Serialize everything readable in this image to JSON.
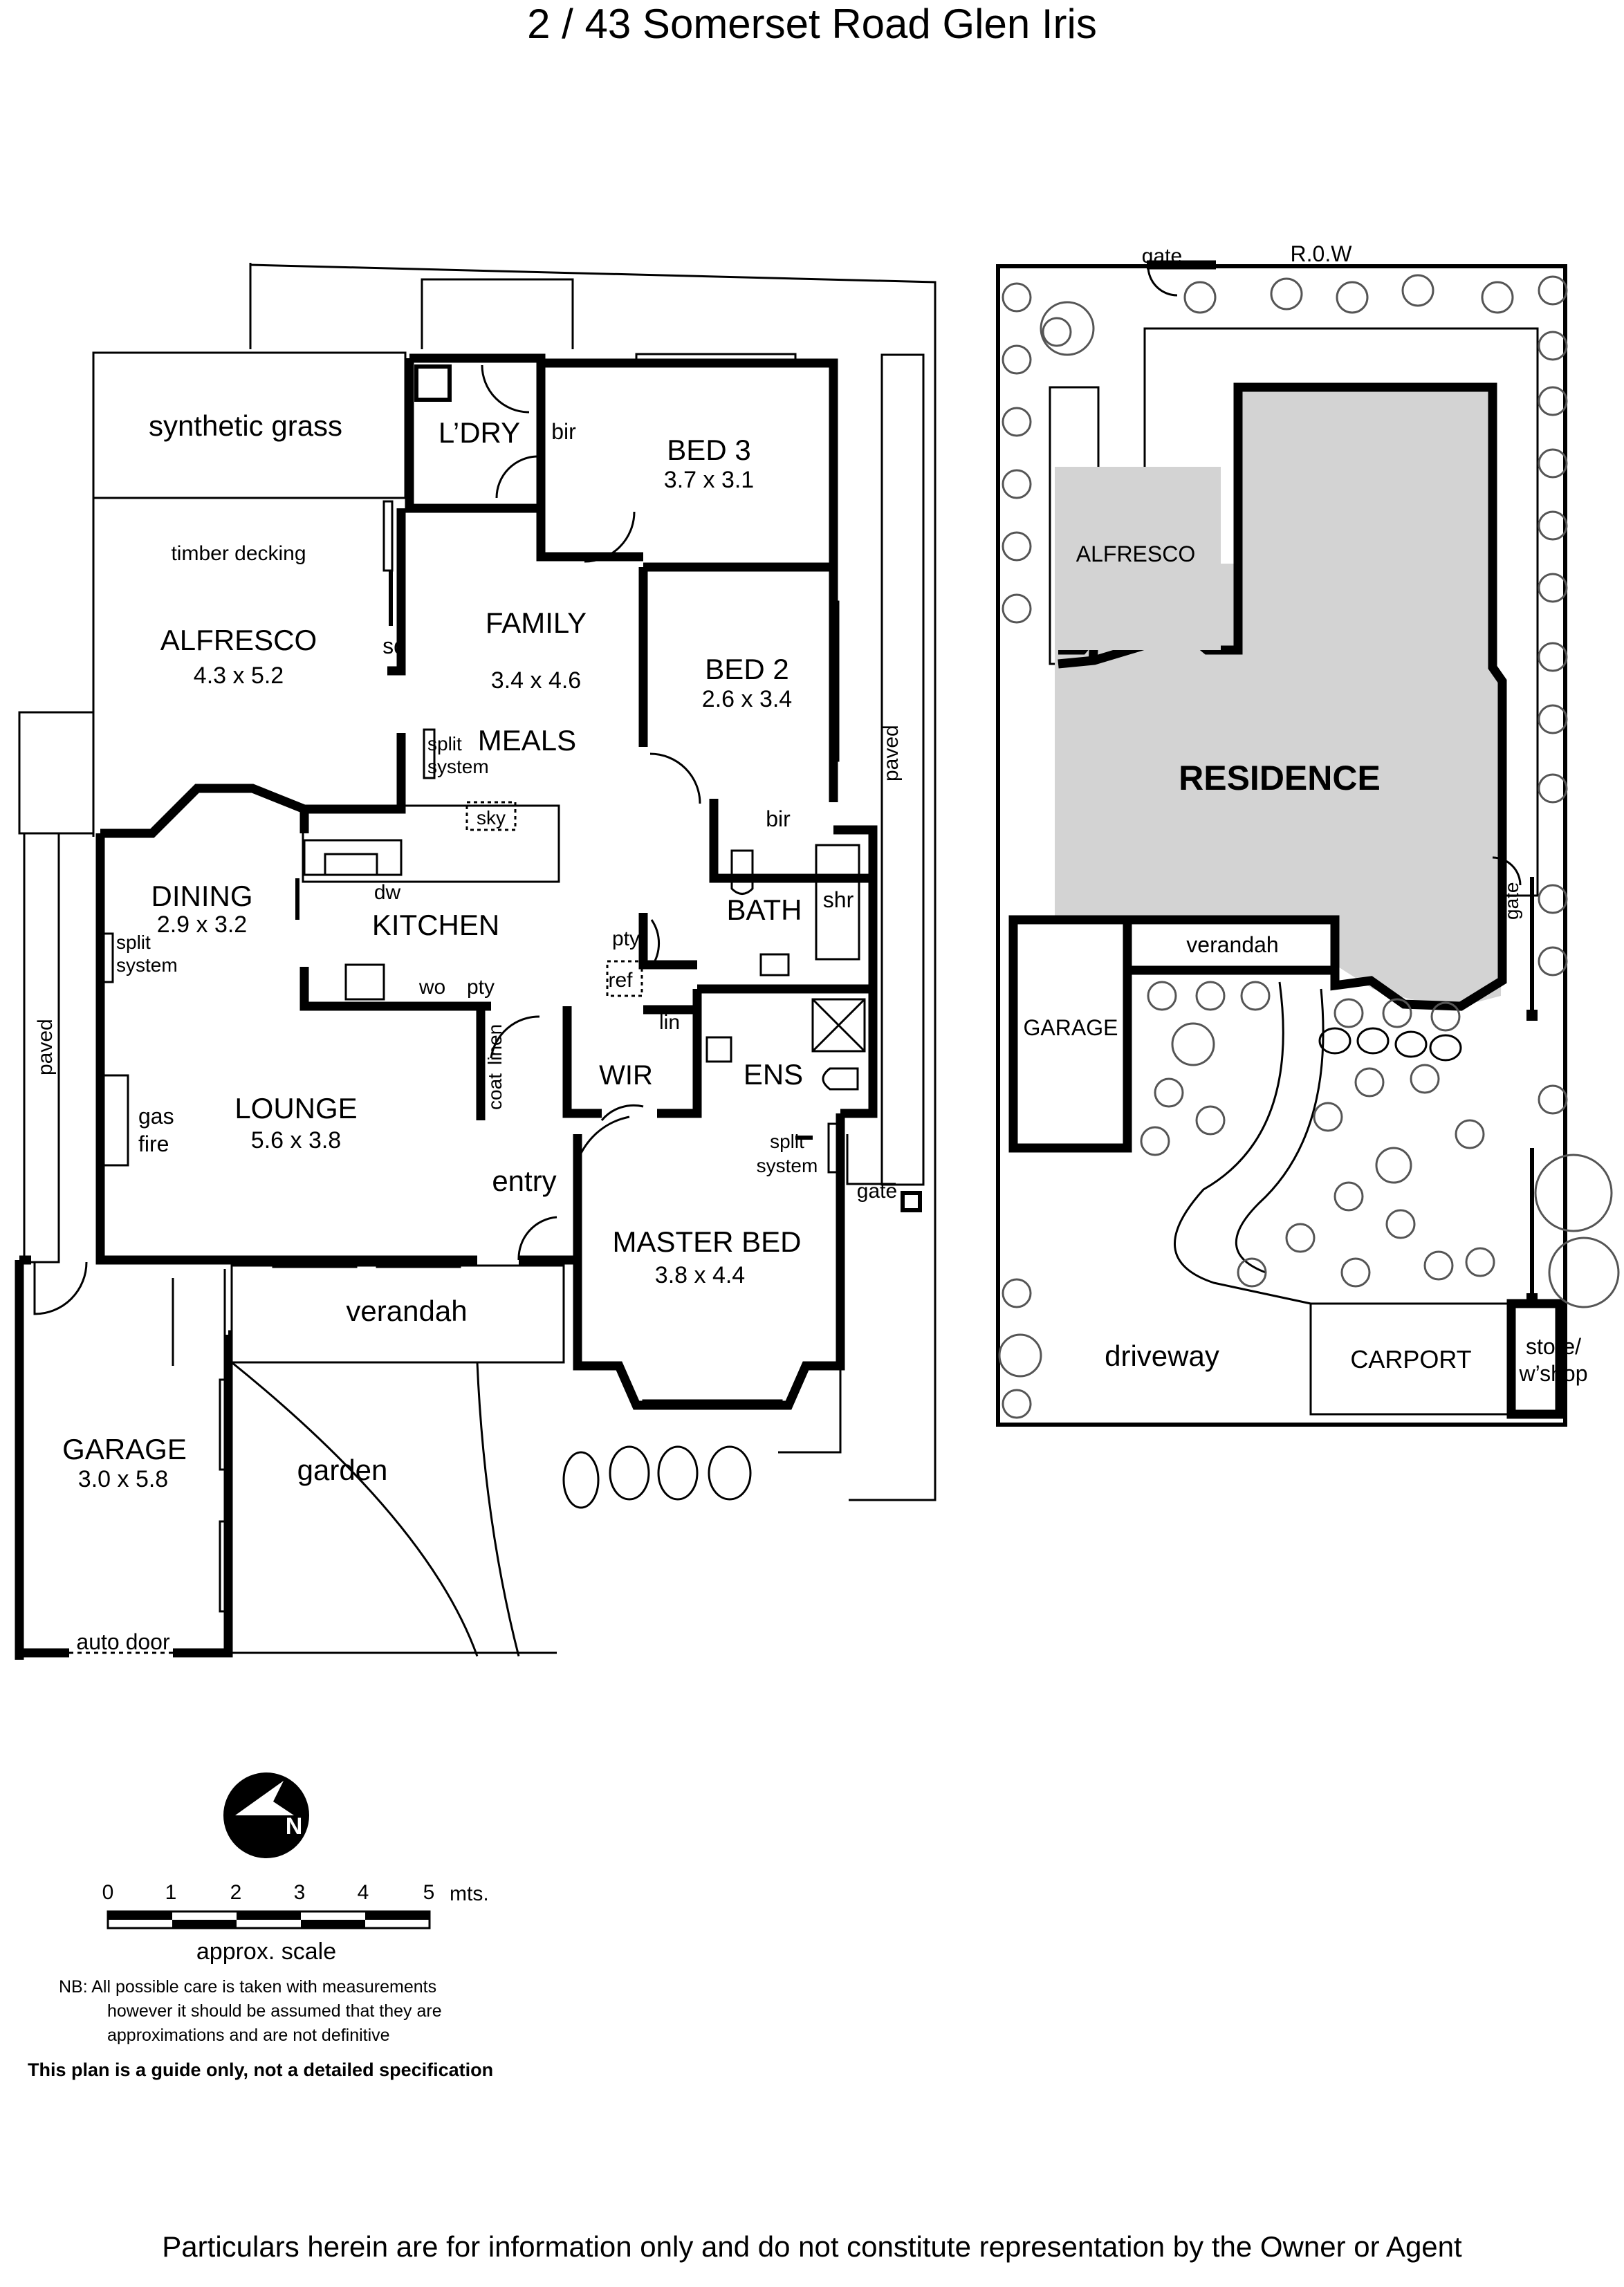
{
  "title": "2 / 43 Somerset Road Glen Iris",
  "footer": "Particulars herein are for information only and do not constitute representation by the Owner or Agent",
  "floor_plan": {
    "synthetic_grass": "synthetic grass",
    "timber_decking": "timber decking",
    "alfresco": {
      "name": "ALFRESCO",
      "size": "4.3 x 5.2"
    },
    "laundry": "L’DRY",
    "bir": "bir",
    "bed3": {
      "name": "BED 3",
      "size": "3.7 x 3.1"
    },
    "family": {
      "name": "FAMILY",
      "size": "3.4 x 4.6"
    },
    "sd": "sd",
    "meals": "MEALS",
    "split": "split",
    "system": "system",
    "bed2": {
      "name": "BED 2",
      "size": "2.6 x 3.4"
    },
    "bir2": "bir",
    "sky": "sky",
    "dw": "dw",
    "kitchen": "KITCHEN",
    "dining": {
      "name": "DINING",
      "size": "2.9 x 3.2"
    },
    "pty": "pty",
    "ref": "ref",
    "wo": "wo",
    "pty2": "pty",
    "bath": "BATH",
    "shr": "shr",
    "lin": "lin",
    "coat": "coat",
    "linen": "linen",
    "wir": "WIR",
    "ens": "ENS",
    "paved": "paved",
    "gas": "gas",
    "fire": "fire",
    "lounge": {
      "name": "LOUNGE",
      "size": "5.6 x 3.8"
    },
    "entry": "entry",
    "gate": "gate",
    "master": {
      "name": "MASTER BED",
      "size": "3.8 x 4.4"
    },
    "verandah": "verandah",
    "garage": {
      "name": "GARAGE",
      "size": "3.0 x 5.8"
    },
    "garden": "garden",
    "auto_door": "auto door"
  },
  "site_plan": {
    "gate_top": "gate",
    "row": "R.0.W",
    "alfresco": "ALFRESCO",
    "residence": "RESIDENCE",
    "gate_right": "gate",
    "verandah": "verandah",
    "garage": "GARAGE",
    "driveway": "driveway",
    "carport": "CARPORT",
    "store": "store/",
    "workshop": "w’shop"
  },
  "compass": {
    "letter": "N"
  },
  "scale": {
    "ticks": [
      "0",
      "1",
      "2",
      "3",
      "4",
      "5"
    ],
    "unit": "mts.",
    "caption": "approx. scale"
  },
  "notes": {
    "line1": "NB:  All possible care is taken with measurements",
    "line2": "however it should be assumed that they are",
    "line3": "approximations and are not definitive",
    "guide": "This plan is a guide only, not a detailed specification"
  },
  "colors": {
    "residence_fill": "#d3d3d3",
    "walls": "#000000",
    "background": "#ffffff"
  }
}
